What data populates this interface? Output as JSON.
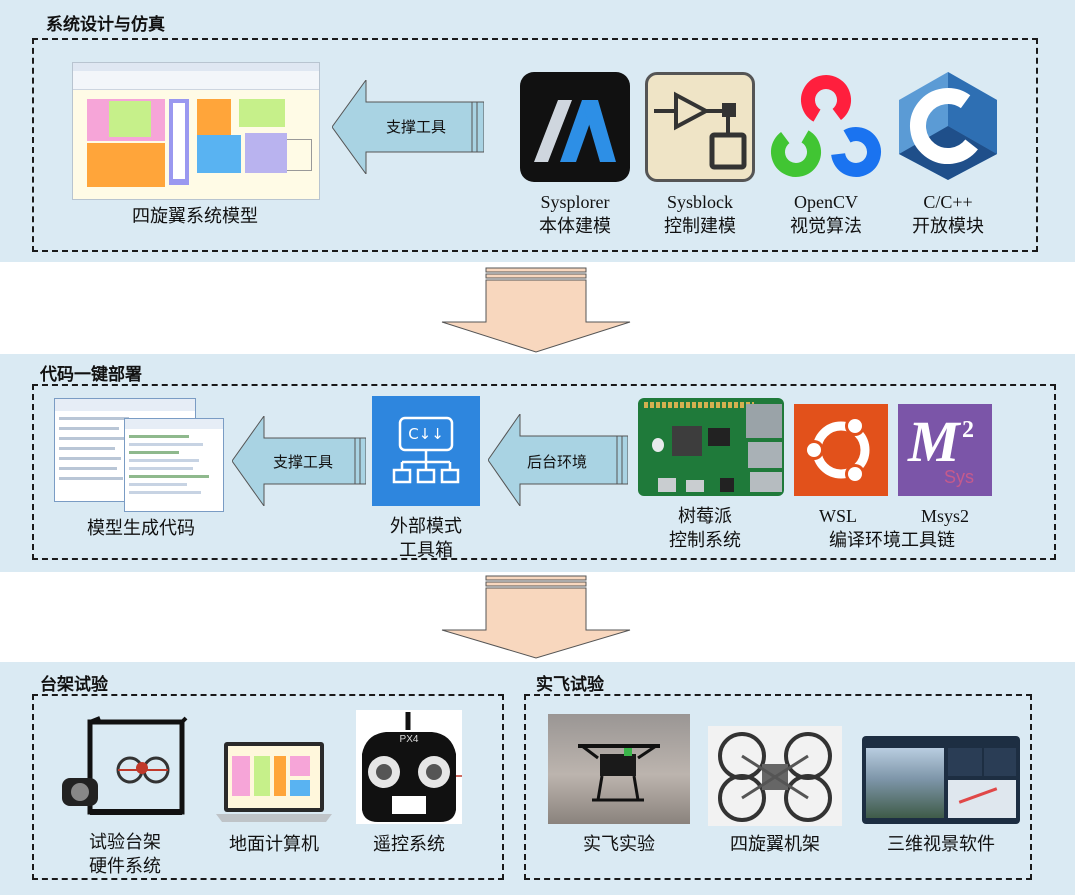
{
  "sections": {
    "design": {
      "title": "系统设计与仿真"
    },
    "deploy": {
      "title": "代码一键部署"
    },
    "bench": {
      "title": "台架试验"
    },
    "flight": {
      "title": "实飞试验"
    }
  },
  "design": {
    "model_caption": "四旋翼系统模型",
    "support_arrow": "支撑工具",
    "tools": [
      {
        "name": "Sysplorer",
        "desc": "本体建模"
      },
      {
        "name": "Sysblock",
        "desc": "控制建模"
      },
      {
        "name": "OpenCV",
        "desc": "视觉算法"
      },
      {
        "name": "C/C++",
        "desc": "开放模块"
      }
    ]
  },
  "deploy": {
    "code_caption": "模型生成代码",
    "support_arrow": "支撑工具",
    "toolbox_caption_line1": "外部模式",
    "toolbox_caption_line2": "工具箱",
    "backend_arrow": "后台环境",
    "rpi_line1": "树莓派",
    "rpi_line2": "控制系统",
    "wsl_label": "WSL",
    "msys_label": "Msys2",
    "toolchain_label": "编译环境工具链",
    "toolbox_icon_text": "C↓↓",
    "msys_logo_text": "M",
    "msys_logo_sub": "2",
    "msys_logo_sys": "Sys"
  },
  "bench": {
    "items": [
      {
        "line1": "试验台架",
        "line2": "硬件系统"
      },
      {
        "line1": "地面计算机"
      },
      {
        "line1": "遥控系统"
      }
    ],
    "rc_brand": "PX4"
  },
  "flight": {
    "items": [
      "实飞实验",
      "四旋翼机架",
      "三维视景软件"
    ]
  },
  "colors": {
    "panel_bg": "#daeaf3",
    "arrow_blue": "#a9d3e3",
    "down_arrow": "#f8d7be",
    "accent_blue": "#2e86de"
  }
}
